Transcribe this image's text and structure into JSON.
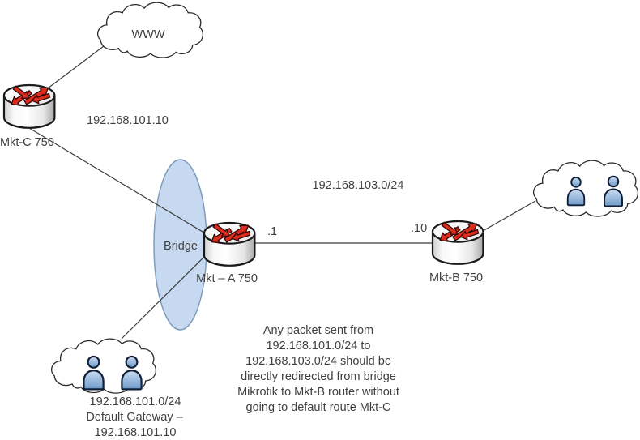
{
  "nodes": {
    "www_cloud": {
      "label": "WWW"
    },
    "router_c": {
      "label": "Mkt-C 750",
      "ip_label": "192.168.101.10"
    },
    "bridge": {
      "label": "Bridge"
    },
    "router_a": {
      "label": "Mkt – A 750",
      "port_label": ".1"
    },
    "router_b": {
      "label": "Mkt-B 750",
      "port_label": ".10"
    },
    "link_ab": {
      "subnet_label": "192.168.103.0/24"
    },
    "lan_cloud": {
      "caption_line1": "192.168.101.0/24",
      "caption_line2": "Default Gateway –",
      "caption_line3": "192.168.101.10"
    }
  },
  "annotation": {
    "lines": [
      "Any packet sent from",
      "192.168.101.0/24 to",
      "192.168.103.0/24 should be",
      "directly redirected from bridge",
      "Mikrotik to Mkt-B router without",
      "going to default route Mkt-C"
    ]
  },
  "icons": {
    "router": "cisco-style-cylinder-with-red-crossing-arrows",
    "users": "two-blue-person-figures",
    "cloud": "cloud-outline"
  },
  "colors": {
    "arrow_red": "#dd2b1c",
    "arrow_outline": "#300604",
    "bridge_fill": "#c6d9f0",
    "bridge_stroke": "#7f9db9",
    "user_blue": "#8cb4dc",
    "user_outline": "#101e38",
    "text": "#404040",
    "line": "#3d3d3d",
    "background": "#ffffff"
  }
}
